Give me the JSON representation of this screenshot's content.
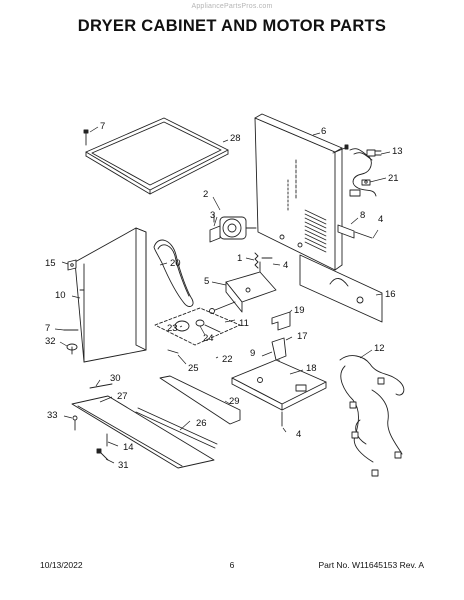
{
  "watermark": "AppliancePartsPros.com",
  "title": "DRYER CABINET AND MOTOR PARTS",
  "callouts": [
    "7",
    "28",
    "6",
    "13",
    "21",
    "2",
    "3",
    "8",
    "4",
    "1",
    "4",
    "15",
    "20",
    "5",
    "16",
    "10",
    "19",
    "23",
    "24",
    "11",
    "7",
    "32",
    "17",
    "9",
    "22",
    "12",
    "25",
    "18",
    "30",
    "27",
    "33",
    "29",
    "26",
    "4",
    "14",
    "31"
  ],
  "footer": {
    "date": "10/13/2022",
    "page": "6",
    "part": "Part No. W11645153  Rev. A"
  }
}
